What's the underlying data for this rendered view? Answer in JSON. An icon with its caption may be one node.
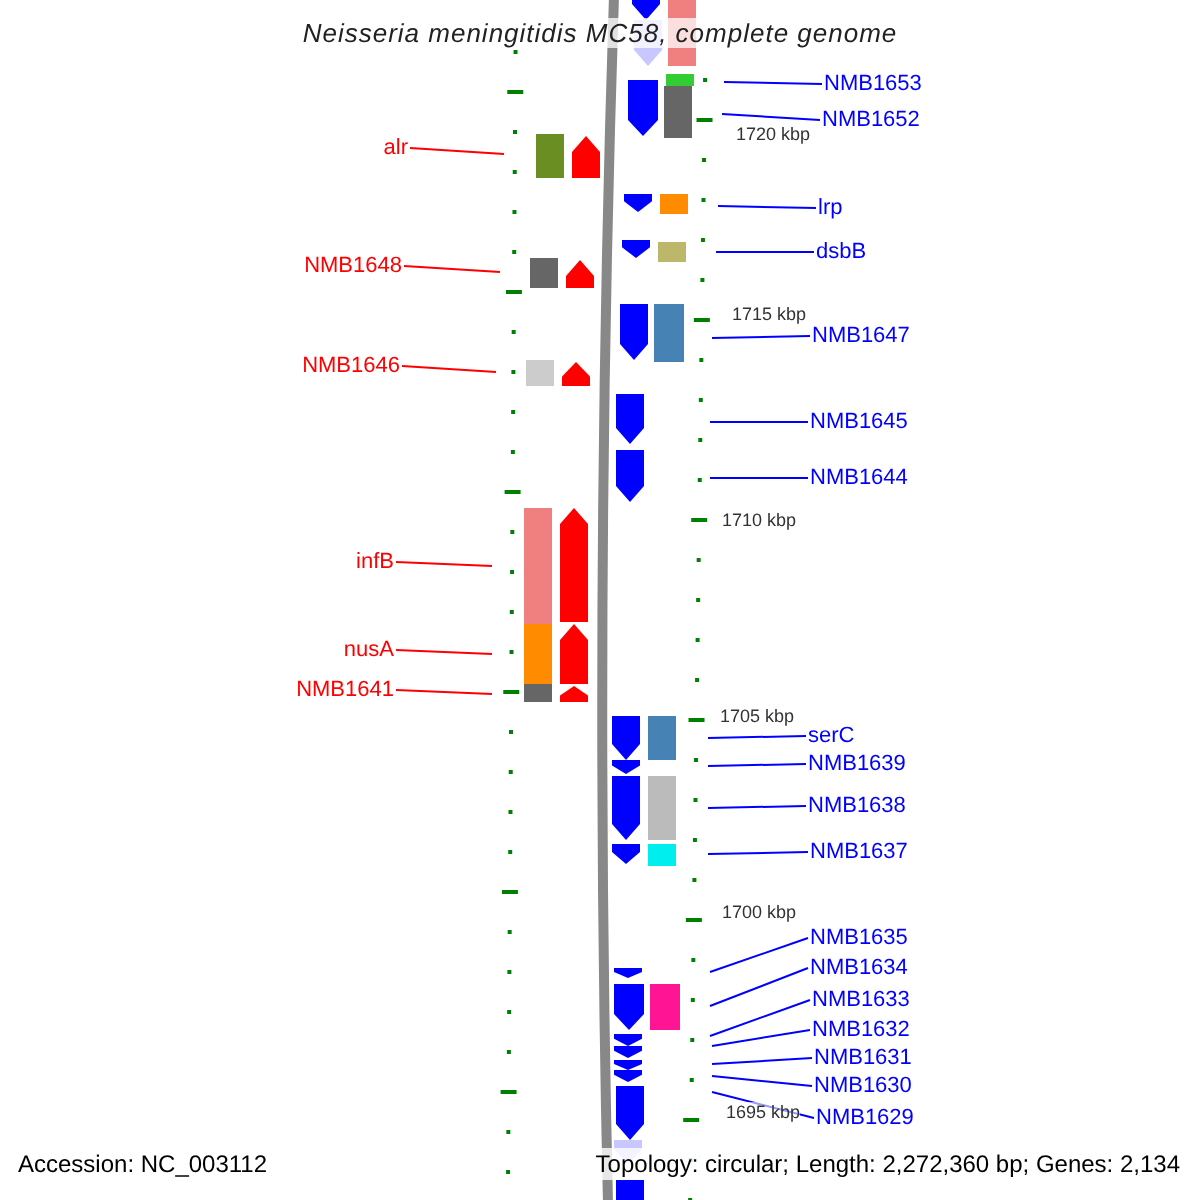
{
  "diagram": {
    "title": "Neisseria meningitidis MC58, complete genome",
    "nodes": [
      {
        "text": [
          "alr"
        ]
      },
      {
        "text": [
          "NMB1648"
        ]
      },
      {
        "text": [
          "NMB1646"
        ]
      },
      {
        "text": [
          "infB"
        ]
      },
      {
        "text": [
          "nusA"
        ]
      },
      {
        "text": [
          "NMB1641"
        ]
      },
      {
        "text": [
          "NMB1653"
        ]
      },
      {
        "text": [
          "NMB1652"
        ]
      },
      {
        "text": [
          "lrp"
        ]
      },
      {
        "text": [
          "dsbB"
        ]
      },
      {
        "text": [
          "NMB1647"
        ]
      },
      {
        "text": [
          "NMB1645"
        ]
      },
      {
        "text": [
          "NMB1644"
        ]
      },
      {
        "text": [
          "serC"
        ]
      },
      {
        "text": [
          "NMB1639"
        ]
      },
      {
        "text": [
          "NMB1638"
        ]
      },
      {
        "text": [
          "NMB1637"
        ]
      },
      {
        "text": [
          "NMB1635"
        ]
      },
      {
        "text": [
          "NMB1634"
        ]
      },
      {
        "text": [
          "NMB1633"
        ]
      },
      {
        "text": [
          "NMB1632"
        ]
      },
      {
        "text": [
          "NMB1631"
        ]
      },
      {
        "text": [
          "NMB1630"
        ]
      },
      {
        "text": [
          "NMB1629"
        ]
      }
    ],
    "edges": [
      {
        "from": 0,
        "to": null,
        "arrow": "none",
        "color": "#ff0000"
      },
      {
        "from": 1,
        "to": null,
        "arrow": "none",
        "color": "#ff0000"
      },
      {
        "from": 2,
        "to": null,
        "arrow": "none",
        "color": "#ff0000"
      },
      {
        "from": 3,
        "to": null,
        "arrow": "none",
        "color": "#ff0000"
      },
      {
        "from": 4,
        "to": null,
        "arrow": "none",
        "color": "#ff0000"
      },
      {
        "from": 5,
        "to": null,
        "arrow": "none",
        "color": "#ff0000"
      },
      {
        "from": 6,
        "to": null,
        "arrow": "none"
      },
      {
        "from": 7,
        "to": null,
        "arrow": "none"
      },
      {
        "from": 8,
        "to": null,
        "arrow": "none"
      },
      {
        "from": 9,
        "to": null,
        "arrow": "none"
      },
      {
        "from": 10,
        "to": null,
        "arrow": "none"
      },
      {
        "from": 11,
        "to": null,
        "arrow": "none"
      },
      {
        "from": 12,
        "to": null,
        "arrow": "none"
      },
      {
        "from": 13,
        "to": null,
        "arrow": "none"
      },
      {
        "from": 14,
        "to": null,
        "arrow": "none"
      },
      {
        "from": 15,
        "to": null,
        "arrow": "none"
      },
      {
        "from": 16,
        "to": null,
        "arrow": "none"
      },
      {
        "from": 17,
        "to": null,
        "arrow": "none"
      },
      {
        "from": 18,
        "to": null,
        "arrow": "none"
      },
      {
        "from": 19,
        "to": null,
        "arrow": "none"
      },
      {
        "from": 20,
        "to": null,
        "arrow": "none"
      },
      {
        "from": 21,
        "to": null,
        "arrow": "none"
      },
      {
        "from": 22,
        "to": null,
        "arrow": "none"
      },
      {
        "from": 23,
        "to": null,
        "arrow": "none"
      }
    ],
    "labels": [
      "1720 kbp",
      "1715 kbp",
      "1710 kbp",
      "1705 kbp",
      "1700 kbp",
      "1695 kbp",
      "Accession: NC_003112",
      "Topology: circular; Length: 2,272,360 bp; Genes: 2,134"
    ]
  }
}
